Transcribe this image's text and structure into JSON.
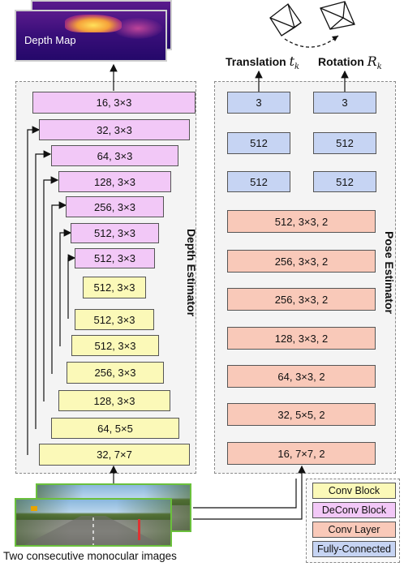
{
  "depth_map_label": "Depth Map",
  "translation_label": "Translation",
  "translation_symbol": "t",
  "translation_sub": "k",
  "rotation_label": "Rotation",
  "rotation_symbol": "R",
  "rotation_sub": "k",
  "depth_estimator_label": "Depth Estimator",
  "pose_estimator_label": "Pose Estimator",
  "caption": "Two consecutive monocular images",
  "depth_layers": [
    "16, 3×3",
    "32, 3×3",
    "64, 3×3",
    "128, 3×3",
    "256, 3×3",
    "512, 3×3",
    "512, 3×3",
    "512, 3×3",
    "512, 3×3",
    "512, 3×3",
    "256, 3×3",
    "128, 3×3",
    "64, 5×5",
    "32, 7×7"
  ],
  "fc_translation": [
    "3",
    "512",
    "512"
  ],
  "fc_rotation": [
    "3",
    "512",
    "512"
  ],
  "pose_layers": [
    "512, 3×3, 2",
    "256, 3×3, 2",
    "256, 3×3, 2",
    "128, 3×3, 2",
    "64, 3×3, 2",
    "32, 5×5, 2",
    "16, 7×7, 2"
  ],
  "legend": [
    "Conv Block",
    "DeConv Block",
    "Conv Layer",
    "Fully-Connected"
  ],
  "colors": {
    "conv_block": "#fbf9b8",
    "deconv_block": "#f2c8f7",
    "conv_layer": "#f9c9b9",
    "fully_connected": "#c6d4f3"
  }
}
